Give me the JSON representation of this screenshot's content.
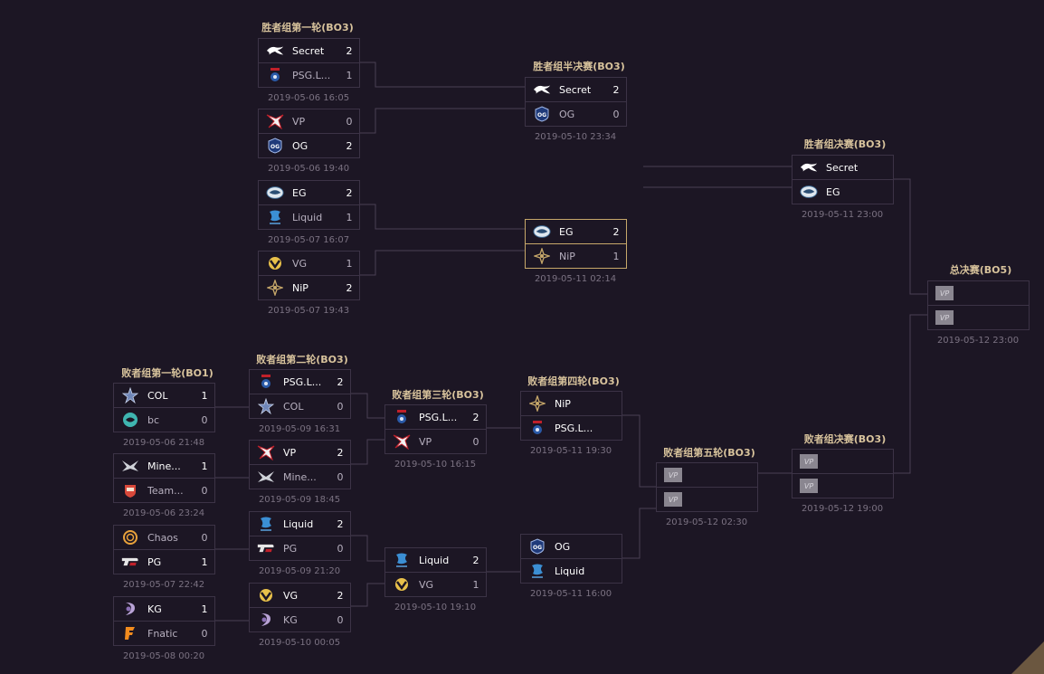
{
  "stages": {
    "wb_r1": "胜者组第一轮(BO3)",
    "wb_semi": "胜者组半决赛(BO3)",
    "wb_final": "胜者组决赛(BO3)",
    "grand_final": "总决赛(BO5)",
    "lb_r1": "败者组第一轮(BO1)",
    "lb_r2": "败者组第二轮(BO3)",
    "lb_r3": "败者组第三轮(BO3)",
    "lb_r4": "败者组第四轮(BO3)",
    "lb_r5": "败者组第五轮(BO3)",
    "lb_final": "败者组决赛(BO3)"
  },
  "matches": {
    "wb1a": {
      "t1": "Secret",
      "s1": "2",
      "t2": "PSG.L...",
      "s2": "1",
      "date": "2019-05-06 16:05"
    },
    "wb1b": {
      "t1": "VP",
      "s1": "0",
      "t2": "OG",
      "s2": "2",
      "date": "2019-05-06 19:40"
    },
    "wb1c": {
      "t1": "EG",
      "s1": "2",
      "t2": "Liquid",
      "s2": "1",
      "date": "2019-05-07 16:07"
    },
    "wb1d": {
      "t1": "VG",
      "s1": "1",
      "t2": "NiP",
      "s2": "2",
      "date": "2019-05-07 19:43"
    },
    "wbsa": {
      "t1": "Secret",
      "s1": "2",
      "t2": "OG",
      "s2": "0",
      "date": "2019-05-10 23:34"
    },
    "wbsb": {
      "t1": "EG",
      "s1": "2",
      "t2": "NiP",
      "s2": "1",
      "date": "2019-05-11 02:14"
    },
    "wbf": {
      "t1": "Secret",
      "s1": "",
      "t2": "EG",
      "s2": "",
      "date": "2019-05-11 23:00"
    },
    "gf": {
      "t1": "",
      "s1": "",
      "t2": "",
      "s2": "",
      "date": "2019-05-12 23:00"
    },
    "lb1a": {
      "t1": "COL",
      "s1": "1",
      "t2": "bc",
      "s2": "0",
      "date": "2019-05-06 21:48"
    },
    "lb1b": {
      "t1": "Mine...",
      "s1": "1",
      "t2": "Team...",
      "s2": "0",
      "date": "2019-05-06 23:24"
    },
    "lb1c": {
      "t1": "Chaos",
      "s1": "0",
      "t2": "PG",
      "s2": "1",
      "date": "2019-05-07 22:42"
    },
    "lb1d": {
      "t1": "KG",
      "s1": "1",
      "t2": "Fnatic",
      "s2": "0",
      "date": "2019-05-08 00:20"
    },
    "lb2a": {
      "t1": "PSG.L...",
      "s1": "2",
      "t2": "COL",
      "s2": "0",
      "date": "2019-05-09 16:31"
    },
    "lb2b": {
      "t1": "VP",
      "s1": "2",
      "t2": "Mine...",
      "s2": "0",
      "date": "2019-05-09 18:45"
    },
    "lb2c": {
      "t1": "Liquid",
      "s1": "2",
      "t2": "PG",
      "s2": "0",
      "date": "2019-05-09 21:20"
    },
    "lb2d": {
      "t1": "VG",
      "s1": "2",
      "t2": "KG",
      "s2": "0",
      "date": "2019-05-10 00:05"
    },
    "lb3a": {
      "t1": "PSG.L...",
      "s1": "2",
      "t2": "VP",
      "s2": "0",
      "date": "2019-05-10 16:15"
    },
    "lb3b": {
      "t1": "Liquid",
      "s1": "2",
      "t2": "VG",
      "s2": "1",
      "date": "2019-05-10 19:10"
    },
    "lb4a": {
      "t1": "NiP",
      "s1": "",
      "t2": "PSG.L...",
      "s2": "",
      "date": "2019-05-11 19:30"
    },
    "lb4b": {
      "t1": "OG",
      "s1": "",
      "t2": "Liquid",
      "s2": "",
      "date": "2019-05-11 16:00"
    },
    "lb5": {
      "t1": "",
      "s1": "",
      "t2": "",
      "s2": "",
      "date": "2019-05-12 02:30"
    },
    "lbf": {
      "t1": "",
      "s1": "",
      "t2": "",
      "s2": "",
      "date": "2019-05-12 19:00"
    }
  },
  "placeholder_logo_text": "VP",
  "colors": {
    "background": "#1c1624",
    "title": "#d8c39c",
    "border": "#3c3346",
    "highlight": "#c7a86a",
    "date": "#7b7282"
  }
}
